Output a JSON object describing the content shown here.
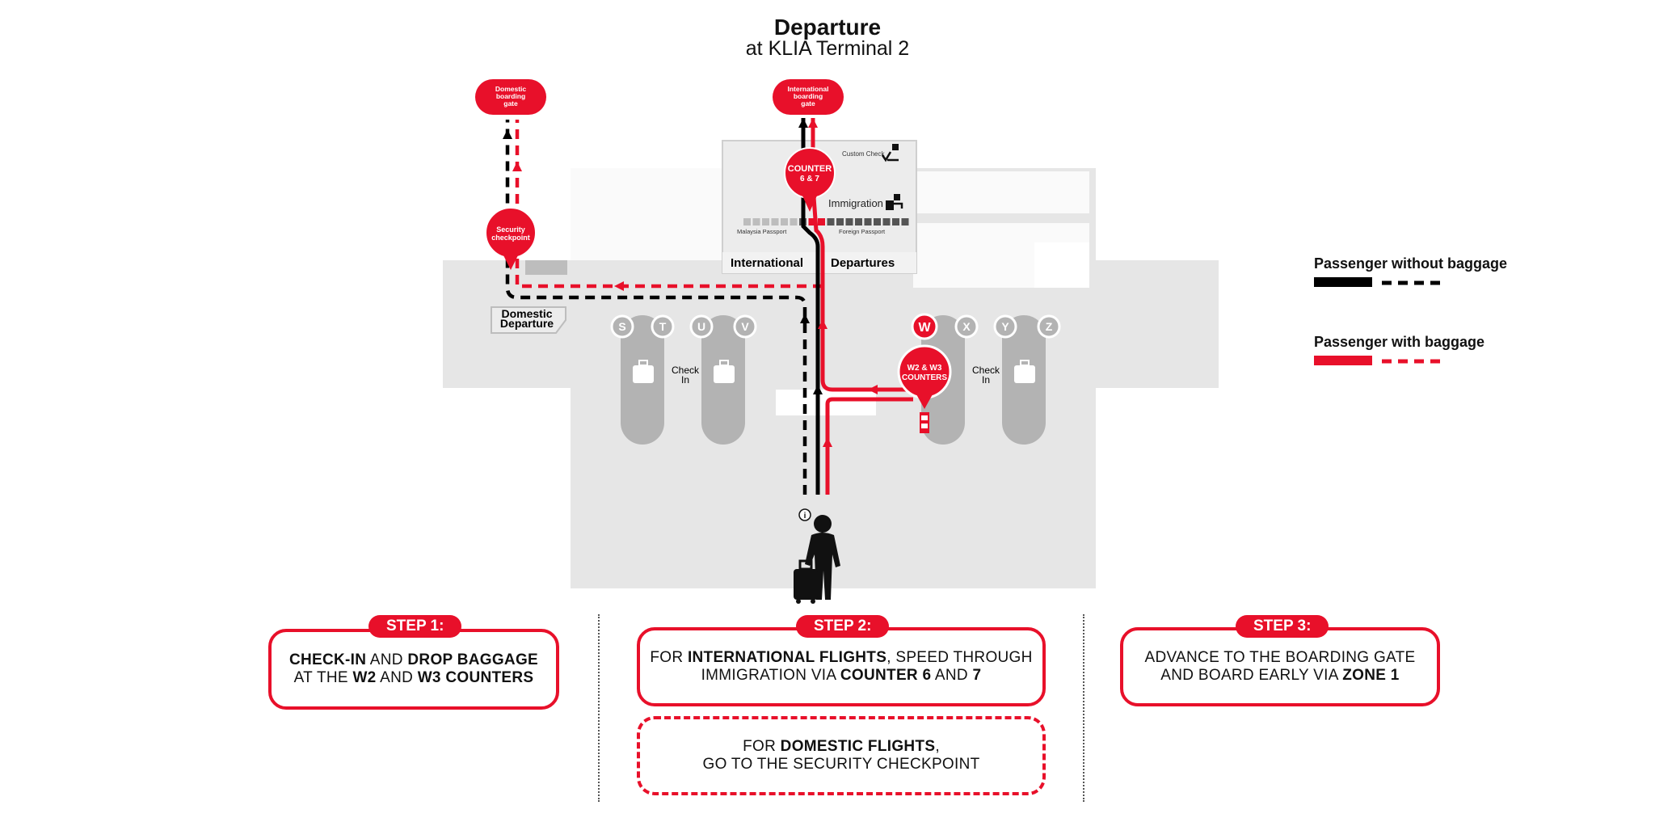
{
  "title": {
    "line1": "Departure",
    "line2": "at KLIA Terminal 2"
  },
  "map": {
    "domestic_gate": [
      "Domestic",
      "boarding",
      "gate"
    ],
    "international_gate": [
      "International",
      "boarding",
      "gate"
    ],
    "security_checkpoint": [
      "Security",
      "checkpoint"
    ],
    "counter_6_7": [
      "COUNTER",
      "6 & 7"
    ],
    "w2_w3_counters": [
      "W2 & W3",
      "COUNTERS"
    ],
    "custom_check": "Custom Check",
    "immigration": "Immigration",
    "malaysia_passport": "Malaysia Passport",
    "foreign_passport": "Foreign Passport",
    "international_departures": [
      "International",
      "Departures"
    ],
    "domestic_departure": [
      "Domestic",
      "Departure"
    ],
    "check_in": [
      "Check",
      "In"
    ],
    "zones_left": [
      "S",
      "T",
      "U",
      "V"
    ],
    "zones_right": [
      "W",
      "X",
      "Y",
      "Z"
    ],
    "info_icon": "info-icon",
    "person_icon": "traveller-with-luggage-icon",
    "suitcase_icon": "suitcase-icon"
  },
  "legend": {
    "without_baggage": "Passenger without baggage",
    "with_baggage": "Passenger with baggage",
    "colors": {
      "without": "#000000",
      "with": "#e8102a"
    }
  },
  "steps": {
    "step1": {
      "tag": "STEP 1:",
      "line1_b1": "CHECK-IN",
      "line1_t1": " AND ",
      "line1_b2": "DROP BAGGAGE",
      "line2_t1": "AT THE ",
      "line2_b1": "W2",
      "line2_t2": " AND ",
      "line2_b2": "W3 COUNTERS"
    },
    "step2": {
      "tag": "STEP 2:",
      "line1_t1": "FOR ",
      "line1_b1": "INTERNATIONAL FLIGHTS",
      "line1_t2": ", SPEED THROUGH",
      "line2_t1": "IMMIGRATION VIA ",
      "line2_b1": "COUNTER 6",
      "line2_t2": " AND ",
      "line2_b2": "7"
    },
    "step2b": {
      "line1_t1": "FOR ",
      "line1_b1": "DOMESTIC FLIGHTS",
      "line1_t2": ",",
      "line2": "GO TO THE SECURITY CHECKPOINT"
    },
    "step3": {
      "tag": "STEP 3:",
      "line1": "ADVANCE TO THE BOARDING GATE",
      "line2_t1": "AND BOARD EARLY VIA ",
      "line2_b1": "ZONE 1"
    }
  },
  "colors": {
    "accent": "#e8102a",
    "floor": "#e6e6e6",
    "pod": "#b3b3b3"
  }
}
